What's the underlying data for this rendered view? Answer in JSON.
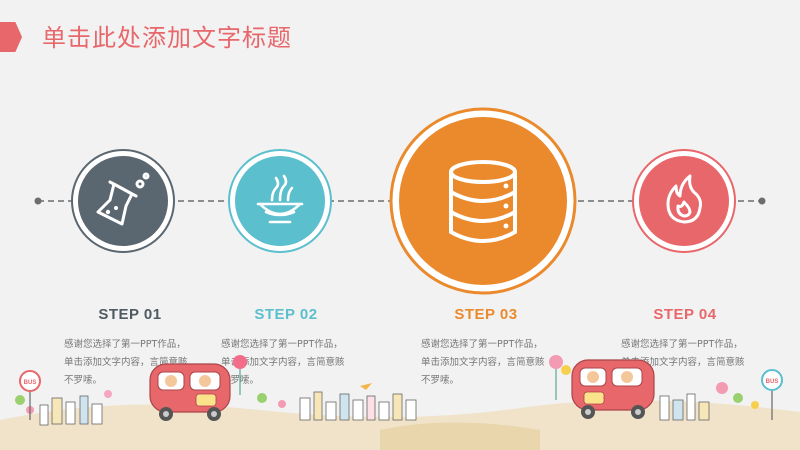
{
  "slide": {
    "title": "单击此处添加文字标题"
  },
  "steps": [
    {
      "label": "STEP 01",
      "description": "感谢您选择了第一PPT作品，单击添加文字内容，言简意赅不罗嗦。",
      "icon": "flask-icon",
      "color": "#5a6670"
    },
    {
      "label": "STEP 02",
      "description": "感谢您选择了第一PPT作品，单击添加文字内容，言简意赅不罗嗦。",
      "icon": "noodle-bowl-icon",
      "color": "#5bbfce"
    },
    {
      "label": "STEP 03",
      "description": "感谢您选择了第一PPT作品，单击添加文字内容，言简意赅不罗嗦。",
      "icon": "database-icon",
      "color": "#ea8a2d"
    },
    {
      "label": "STEP 04",
      "description": "感谢您选择了第一PPT作品，单击添加文字内容，言简意赅不罗嗦。",
      "icon": "fire-icon",
      "color": "#e8676b"
    }
  ],
  "colors": {
    "accent": "#e8676b",
    "background": "#f2f2f2",
    "timeline_line": "#6d6d6d",
    "description_text": "#777777"
  },
  "decor": {
    "sign_left": "BUS",
    "sign_right": "BUS"
  }
}
